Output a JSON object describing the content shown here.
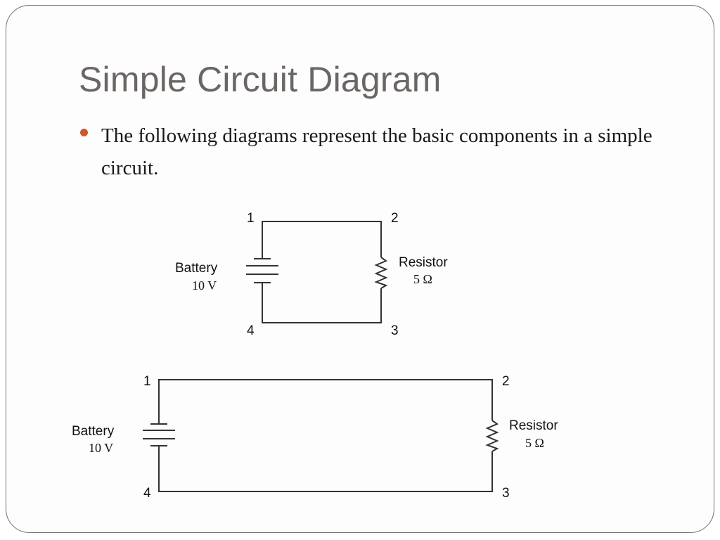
{
  "slide": {
    "title": "Simple Circuit Diagram",
    "bullets": [
      "The following diagrams represent the basic components in a simple circuit."
    ],
    "bullet_color": "#d0552a"
  },
  "circuits": [
    {
      "nodes": [
        "1",
        "2",
        "3",
        "4"
      ],
      "battery_label": "Battery",
      "battery_value": "10 V",
      "resistor_label": "Resistor",
      "resistor_value": "5 Ω"
    },
    {
      "nodes": [
        "1",
        "2",
        "3",
        "4"
      ],
      "battery_label": "Battery",
      "battery_value": "10 V",
      "resistor_label": "Resistor",
      "resistor_value": "5 Ω"
    }
  ]
}
